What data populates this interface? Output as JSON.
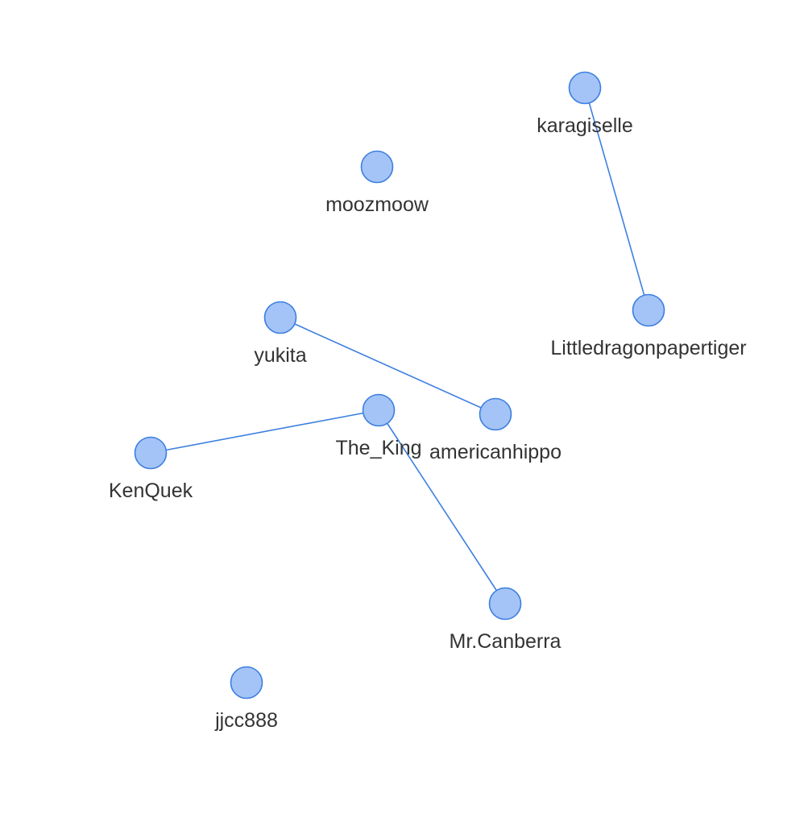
{
  "graph": {
    "colors": {
      "node_fill": "#a4c4f7",
      "node_stroke": "#3d7fe0",
      "edge": "#3d7fe0",
      "label": "#333333"
    },
    "nodes": [
      {
        "id": "karagiselle",
        "label": "karagiselle"
      },
      {
        "id": "moozmoow",
        "label": "moozmoow"
      },
      {
        "id": "Littledragonpapertiger",
        "label": "Littledragonpapertiger"
      },
      {
        "id": "yukita",
        "label": "yukita"
      },
      {
        "id": "The_King",
        "label": "The_King"
      },
      {
        "id": "americanhippo",
        "label": "americanhippo"
      },
      {
        "id": "KenQuek",
        "label": "KenQuek"
      },
      {
        "id": "Mr.Canberra",
        "label": "Mr.Canberra"
      },
      {
        "id": "jjcc888",
        "label": "jjcc888"
      }
    ],
    "edges": [
      {
        "source": "karagiselle",
        "target": "Littledragonpapertiger"
      },
      {
        "source": "yukita",
        "target": "americanhippo"
      },
      {
        "source": "The_King",
        "target": "KenQuek"
      },
      {
        "source": "The_King",
        "target": "Mr.Canberra"
      }
    ]
  }
}
